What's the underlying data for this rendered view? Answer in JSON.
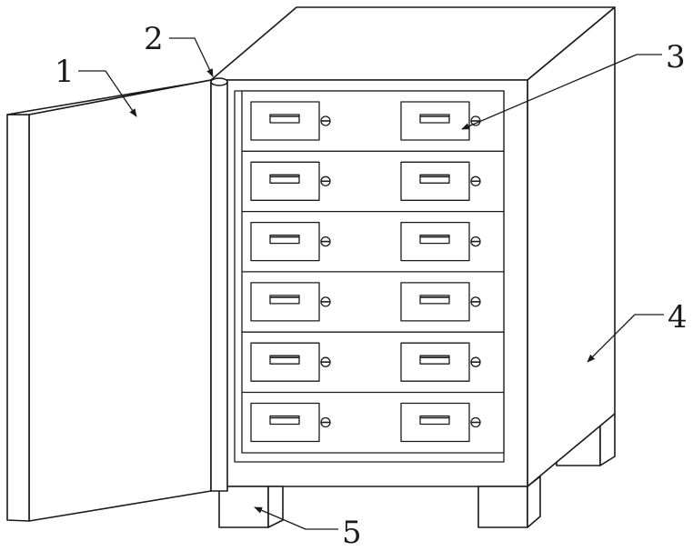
{
  "figure": {
    "labels": [
      {
        "id": "door",
        "text": "1"
      },
      {
        "id": "hinge",
        "text": "2"
      },
      {
        "id": "drawer",
        "text": "3"
      },
      {
        "id": "cabinet",
        "text": "4"
      },
      {
        "id": "base",
        "text": "5"
      }
    ],
    "drawer_rows": 6,
    "drawer_columns": 2
  }
}
